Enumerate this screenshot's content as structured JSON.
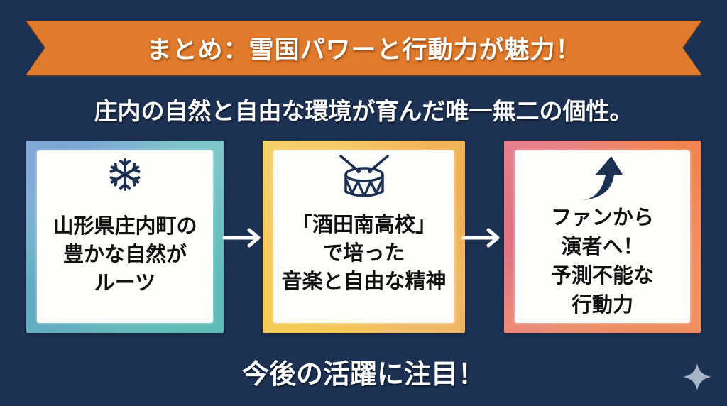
{
  "banner": {
    "title": "まとめ：雪国パワーと行動力が魅力！",
    "color": "#e07a2c"
  },
  "subtitle": "庄内の自然と自由な環境が育んだ唯一無二の個性。",
  "cards": [
    {
      "icon": "snowflake-icon",
      "lines": [
        "山形県庄内町の",
        "豊かな自然が",
        "ルーツ"
      ],
      "frame_color": "#7cc7c6"
    },
    {
      "icon": "drum-icon",
      "lines": [
        "「酒田南高校」",
        "で培った",
        "音楽と自由な精神"
      ],
      "frame_color": "#f3c767"
    },
    {
      "icon": "curved-up-arrow-icon",
      "lines": [
        "ファンから",
        "演者へ！",
        "予測不能な",
        "行動力"
      ],
      "frame_color": "#ec8a7c"
    }
  ],
  "flow_arrows": [
    "right-arrow-icon",
    "right-arrow-icon"
  ],
  "footer": "今後の活躍に注目！",
  "colors": {
    "background": "#1d3153",
    "icon": "#1d3153",
    "text_light": "#ffffff",
    "text_dark": "#111111",
    "sparkle": "#a8b4c6"
  }
}
